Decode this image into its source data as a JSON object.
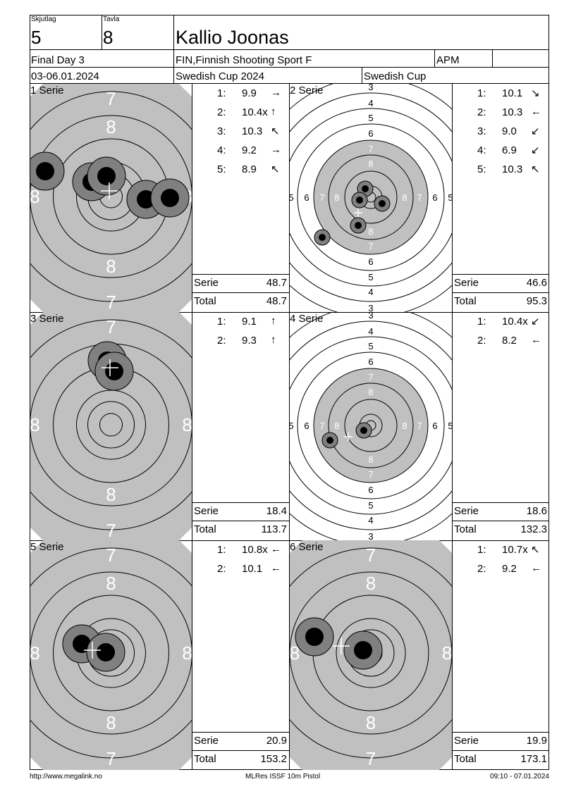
{
  "header": {
    "lane_label": "Skjutlag",
    "lane_value": "5",
    "target_label": "Tavla",
    "target_value": "8",
    "shooter_name": "Kallio Joonas",
    "event": "Final Day 3",
    "club": "FIN,Finnish Shooting Sport F",
    "category": "APM",
    "dates": "03-06.01.2024",
    "competition": "Swedish Cup 2024",
    "cup": "Swedish Cup"
  },
  "series": [
    {
      "title": "1 Serie",
      "target_type": "zoom",
      "shots": [
        {
          "n": "1:",
          "value": "9.9",
          "arrow": "→"
        },
        {
          "n": "2:",
          "value": "10.4x",
          "arrow": "↑"
        },
        {
          "n": "3:",
          "value": "10.3",
          "arrow": "↖"
        },
        {
          "n": "4:",
          "value": "9.2",
          "arrow": "→"
        },
        {
          "n": "5:",
          "value": "8.9",
          "arrow": "↖"
        }
      ],
      "serie_label": "Serie",
      "serie_total": "48.7",
      "total_label": "Total",
      "total": "48.7"
    },
    {
      "title": "2 Serie",
      "target_type": "full",
      "shots": [
        {
          "n": "1:",
          "value": "10.1",
          "arrow": "↘"
        },
        {
          "n": "2:",
          "value": "10.3",
          "arrow": "←"
        },
        {
          "n": "3:",
          "value": "9.0",
          "arrow": "↙"
        },
        {
          "n": "4:",
          "value": "6.9",
          "arrow": "↙"
        },
        {
          "n": "5:",
          "value": "10.3",
          "arrow": "↖"
        }
      ],
      "serie_label": "Serie",
      "serie_total": "46.6",
      "total_label": "Total",
      "total": "95.3"
    },
    {
      "title": "3 Serie",
      "target_type": "zoom",
      "shots": [
        {
          "n": "1:",
          "value": "9.1",
          "arrow": "↑"
        },
        {
          "n": "2:",
          "value": "9.3",
          "arrow": "↑"
        }
      ],
      "serie_label": "Serie",
      "serie_total": "18.4",
      "total_label": "Total",
      "total": "113.7"
    },
    {
      "title": "4 Serie",
      "target_type": "full",
      "shots": [
        {
          "n": "1:",
          "value": "10.4x",
          "arrow": "↙"
        },
        {
          "n": "2:",
          "value": "8.2",
          "arrow": "←"
        }
      ],
      "serie_label": "Serie",
      "serie_total": "18.6",
      "total_label": "Total",
      "total": "132.3"
    },
    {
      "title": "5 Serie",
      "target_type": "zoom",
      "shots": [
        {
          "n": "1:",
          "value": "10.8x",
          "arrow": "←"
        },
        {
          "n": "2:",
          "value": "10.1",
          "arrow": "←"
        }
      ],
      "serie_label": "Serie",
      "serie_total": "20.9",
      "total_label": "Total",
      "total": "153.2"
    },
    {
      "title": "6 Serie",
      "target_type": "zoom",
      "shots": [
        {
          "n": "1:",
          "value": "10.7x",
          "arrow": "↖"
        },
        {
          "n": "2:",
          "value": "9.2",
          "arrow": "←"
        }
      ],
      "serie_label": "Serie",
      "serie_total": "19.9",
      "total_label": "Total",
      "total": "173.1"
    }
  ],
  "footer": {
    "url": "http://www.megalink.no",
    "software": "MLRes ISSF 10m Pistol",
    "timestamp": "09:10 - 07.01.2024"
  }
}
